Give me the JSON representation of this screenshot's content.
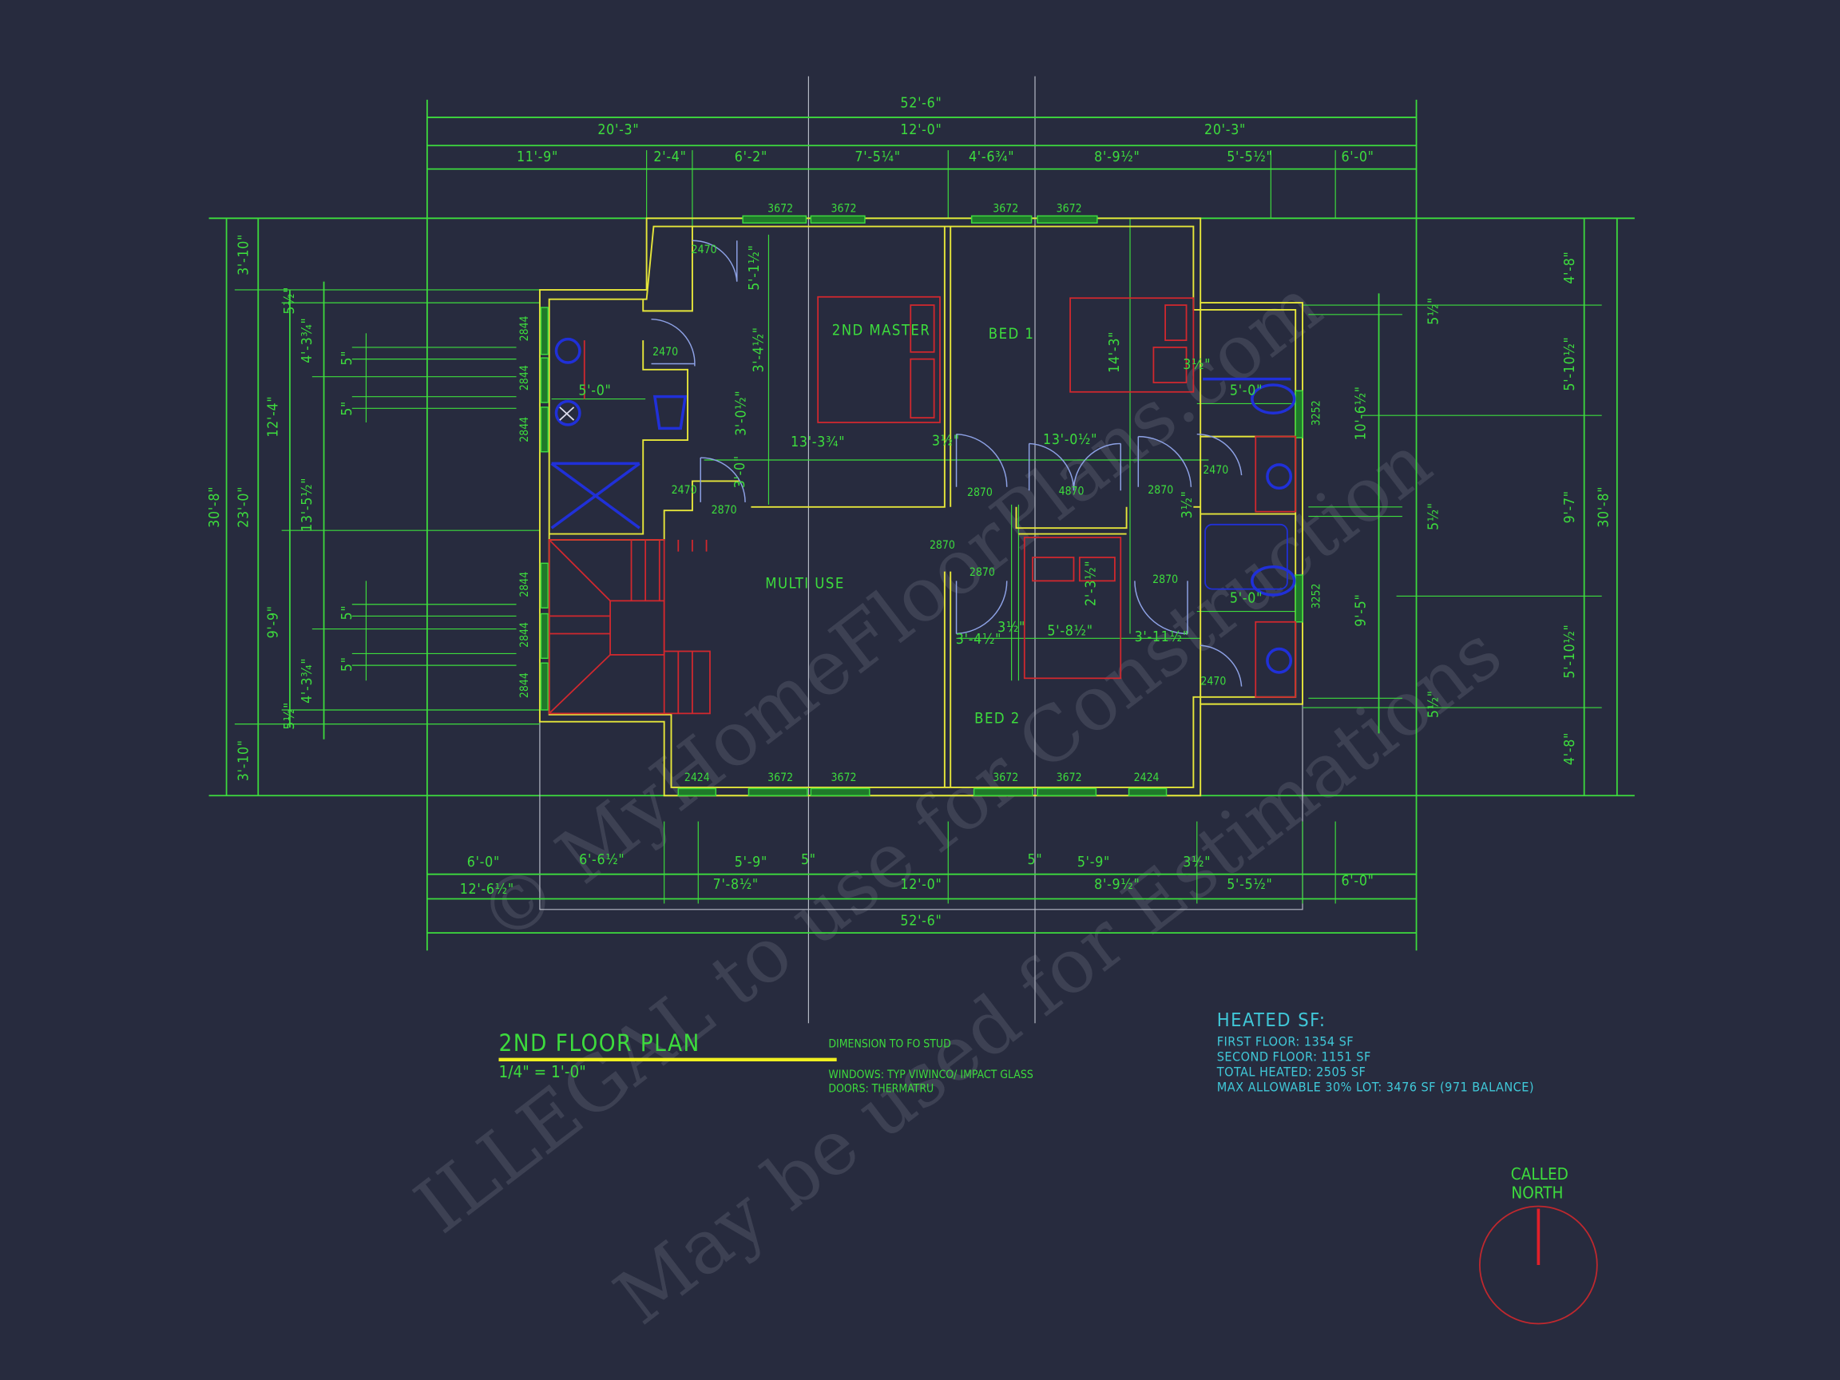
{
  "drawing": {
    "title": "2ND FLOOR PLAN",
    "scale": "1/4\" = 1'-0\"",
    "notes": [
      "DIMENSION TO FO STUD",
      "WINDOWS: TYP VIWINCO/ IMPACT GLASS",
      "DOORS: THERMATRU"
    ]
  },
  "heated_sf": {
    "heading": "HEATED SF:",
    "lines": [
      "FIRST FLOOR: 1354 SF",
      "SECOND FLOOR: 1151 SF",
      "TOTAL HEATED: 2505 SF",
      "MAX ALLOWABLE 30% LOT: 3476 SF (971 BALANCE)"
    ]
  },
  "north_arrow": {
    "label_1": "CALLED",
    "label_2": "NORTH"
  },
  "rooms": [
    "2ND MASTER",
    "BED 1",
    "MULTI USE",
    "BED 2"
  ],
  "dimensions": {
    "top": [
      "52'-6\"",
      "20'-3\"",
      "12'-0\"",
      "20'-3\"",
      "11'-9\"",
      "2'-4\"",
      "6'-2\"",
      "7'-5¼\"",
      "4'-6¾\"",
      "8'-9½\"",
      "5'-5½\"",
      "6'-0\""
    ],
    "bottom": [
      "6'-0\"",
      "6'-6½\"",
      "5'-9\"",
      "5\"",
      "5\"",
      "5'-9\"",
      "3½\"",
      "12'-6½\"",
      "7'-8½\"",
      "12'-0\"",
      "8'-9½\"",
      "5'-5½\"",
      "6'-0\"",
      "52'-6\""
    ],
    "left": [
      "30'-8\"",
      "3'-10\"",
      "23'-0\"",
      "3'-10\"",
      "5½\"",
      "12'-4\"",
      "9'-9\"",
      "5½\"",
      "4'-3¾\"",
      "13'-5½\"",
      "4'-3¾\"",
      "5\"",
      "5\"",
      "5\"",
      "5\""
    ],
    "right": [
      "30'-8\"",
      "4'-8\"",
      "5'-10½\"",
      "9'-7\"",
      "5'-10½\"",
      "4'-8\"",
      "10'-6½\"",
      "9'-5\"",
      "5½\"",
      "5½\"",
      "5½\""
    ],
    "interior": [
      "5'-0\"",
      "5'-0\"",
      "5'-0\"",
      "13'-3¾\"",
      "13'-0½\"",
      "14'-3\"",
      "5'-1½\"",
      "3'-4½\"",
      "3'-0½\"",
      "3'-0\"",
      "2'-3½\"",
      "5'-8½\"",
      "3'-4½\"",
      "3'-11½\"",
      "3½\"",
      "3½\"",
      "3½\"",
      "3½\""
    ]
  },
  "windows": [
    "3672",
    "3672",
    "3672",
    "3672",
    "2424",
    "3672",
    "3672",
    "3672",
    "3672",
    "2424",
    "2844",
    "2844",
    "2844",
    "2844",
    "2844",
    "2844",
    "3252",
    "3252"
  ],
  "doors": [
    "2470",
    "2470",
    "2470",
    "2470",
    "2470",
    "2870",
    "2870",
    "2870",
    "2870",
    "2870",
    "2870",
    "4870"
  ],
  "watermark": [
    "© MyHomeFloorPlans.com",
    "ILLEGAL to use for Construction",
    "May be used for Estimations"
  ],
  "colors": {
    "background": "#272b3e",
    "dimension_lines": "#3ddc3d",
    "walls": "#e6e63a",
    "furniture": "#d2282e",
    "fixtures": "#2030d8",
    "doors": "#8ea2e6",
    "info_text": "#40c8d8",
    "title_underline": "#f0f020"
  }
}
